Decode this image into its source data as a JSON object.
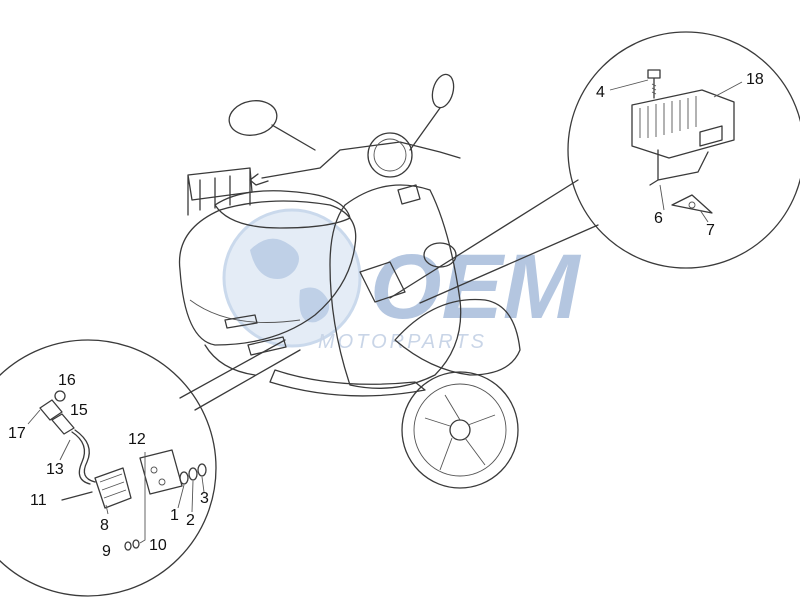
{
  "diagram": {
    "part_numbers": {
      "p1": "1",
      "p2": "2",
      "p3": "3",
      "p4": "4",
      "p6": "6",
      "p7": "7",
      "p8": "8",
      "p9": "9",
      "p10": "10",
      "p11": "11",
      "p12": "12",
      "p13": "13",
      "p15": "15",
      "p16": "16",
      "p17": "17",
      "p18": "18"
    }
  },
  "watermark": {
    "brand": "OEM",
    "sub": "MOTORPARTS"
  },
  "colors": {
    "line": "#3a3a3a",
    "watermark": "#9bb3d6",
    "background": "#ffffff"
  }
}
